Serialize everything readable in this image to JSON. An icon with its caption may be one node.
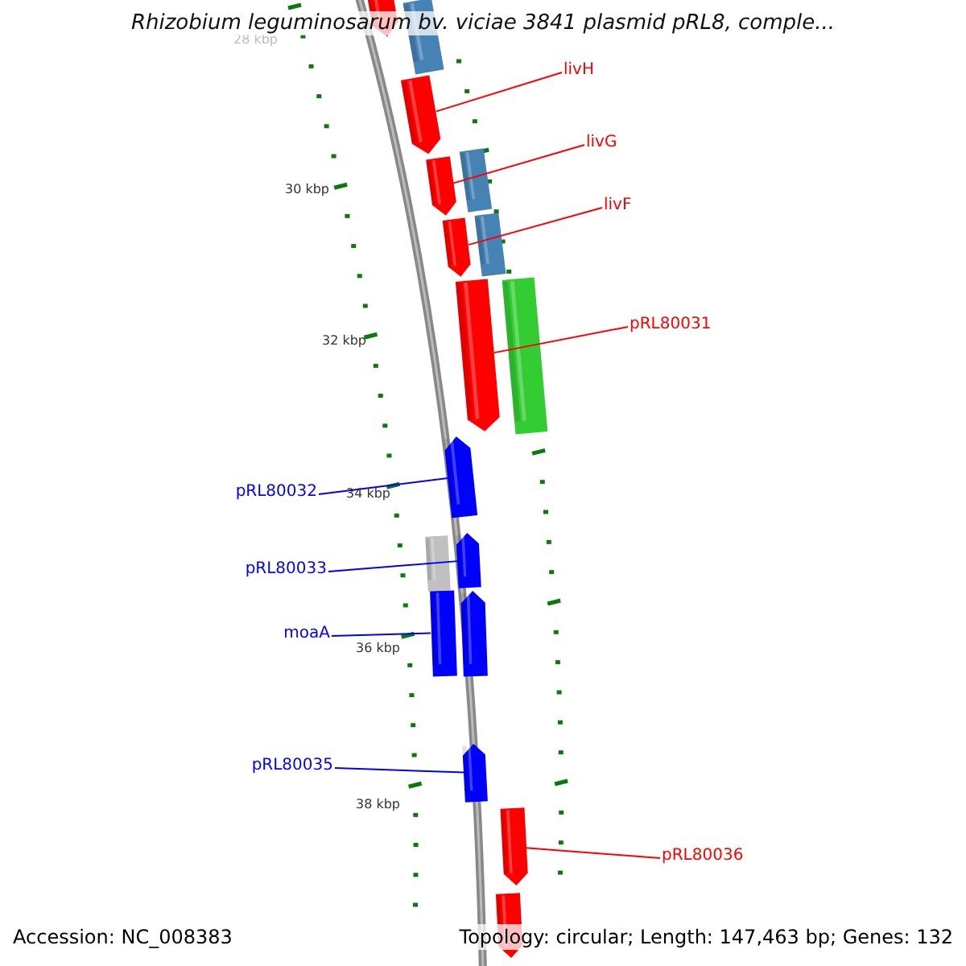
{
  "diagram": {
    "title": "Rhizobium leguminosarum bv. viciae 3841 plasmid pRL8, comple...",
    "nodes": [
      {
        "text": [],
        "shape": "arrow"
      },
      {
        "text": [],
        "shape": "arrow"
      },
      {
        "text": [],
        "shape": "arrow"
      },
      {
        "text": [],
        "shape": "arrow"
      },
      {
        "text": [],
        "shape": "arrow"
      },
      {
        "text": [],
        "shape": "arrow"
      },
      {
        "text": [],
        "shape": "arrow"
      },
      {
        "text": [],
        "shape": "arrow"
      },
      {
        "text": [],
        "shape": "arrow"
      },
      {
        "text": [],
        "shape": "arrow"
      },
      {
        "text": [],
        "shape": "arrow"
      },
      {
        "text": [],
        "shape": "arrow"
      },
      {
        "text": [],
        "shape": "arrow"
      },
      {
        "text": [],
        "shape": "arrow"
      },
      {
        "text": [],
        "shape": "arrow"
      },
      {
        "text": [],
        "shape": "arrow"
      },
      {
        "text": [],
        "shape": "arrow"
      },
      {
        "text": [
          "livH"
        ]
      },
      {
        "text": [
          "livG"
        ]
      },
      {
        "text": [
          "livF"
        ]
      },
      {
        "text": [
          "pRL80031"
        ]
      },
      {
        "text": [
          "pRL80032"
        ]
      },
      {
        "text": [
          "pRL80033"
        ]
      },
      {
        "text": [
          "moaA"
        ]
      },
      {
        "text": [
          "pRL80035"
        ]
      },
      {
        "text": [
          "pRL80036"
        ]
      }
    ],
    "edges": [
      {
        "from": 17,
        "to": 2,
        "arrow": "none",
        "color": "#ff0000"
      },
      {
        "from": 18,
        "to": 3,
        "arrow": "none",
        "color": "#ff0000"
      },
      {
        "from": 19,
        "to": 5,
        "arrow": "none",
        "color": "#ff0000"
      },
      {
        "from": 20,
        "to": 7,
        "arrow": "none",
        "color": "#ff0000"
      },
      {
        "from": 21,
        "to": 9,
        "arrow": "none",
        "color": "#0000ff"
      },
      {
        "from": 22,
        "to": 11,
        "arrow": "none",
        "color": "#0000ff"
      },
      {
        "from": 23,
        "to": 12,
        "arrow": "none",
        "color": "#0000ff"
      },
      {
        "from": 24,
        "to": 14,
        "arrow": "none",
        "color": "#0000ff"
      },
      {
        "from": 25,
        "to": 15,
        "arrow": "none",
        "color": "#ff0000"
      }
    ],
    "labels": [
      "28 kbp",
      "30 kbp",
      "32 kbp",
      "34 kbp",
      "36 kbp",
      "38 kbp",
      "Accession: NC_008383",
      "Topology: circular; Length: 147,463 bp; Genes: 132"
    ]
  }
}
